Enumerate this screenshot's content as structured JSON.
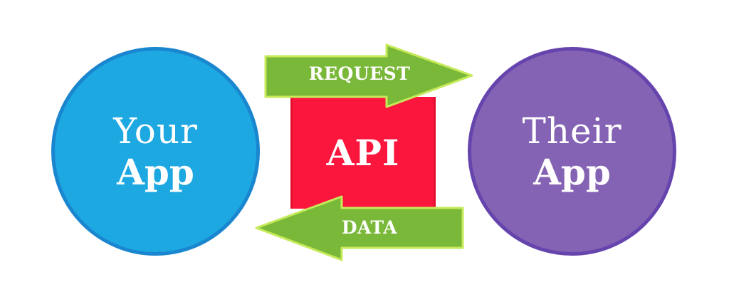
{
  "diagram": {
    "your_app": {
      "line1": "Your",
      "line2": "App",
      "fill": "#1da8e2",
      "border": "#1a86cf"
    },
    "their_app": {
      "line1": "Their",
      "line2": "App",
      "fill": "#8563b4",
      "border": "#6644ad"
    },
    "api": {
      "label": "API",
      "fill": "#fb163d"
    },
    "request_arrow": {
      "label": "REQUEST",
      "direction": "right",
      "fill": "#7ab83a",
      "outline": "#c6ea5a"
    },
    "data_arrow": {
      "label": "DATA",
      "direction": "left",
      "fill": "#7ab83a",
      "outline": "#c6ea5a"
    }
  }
}
